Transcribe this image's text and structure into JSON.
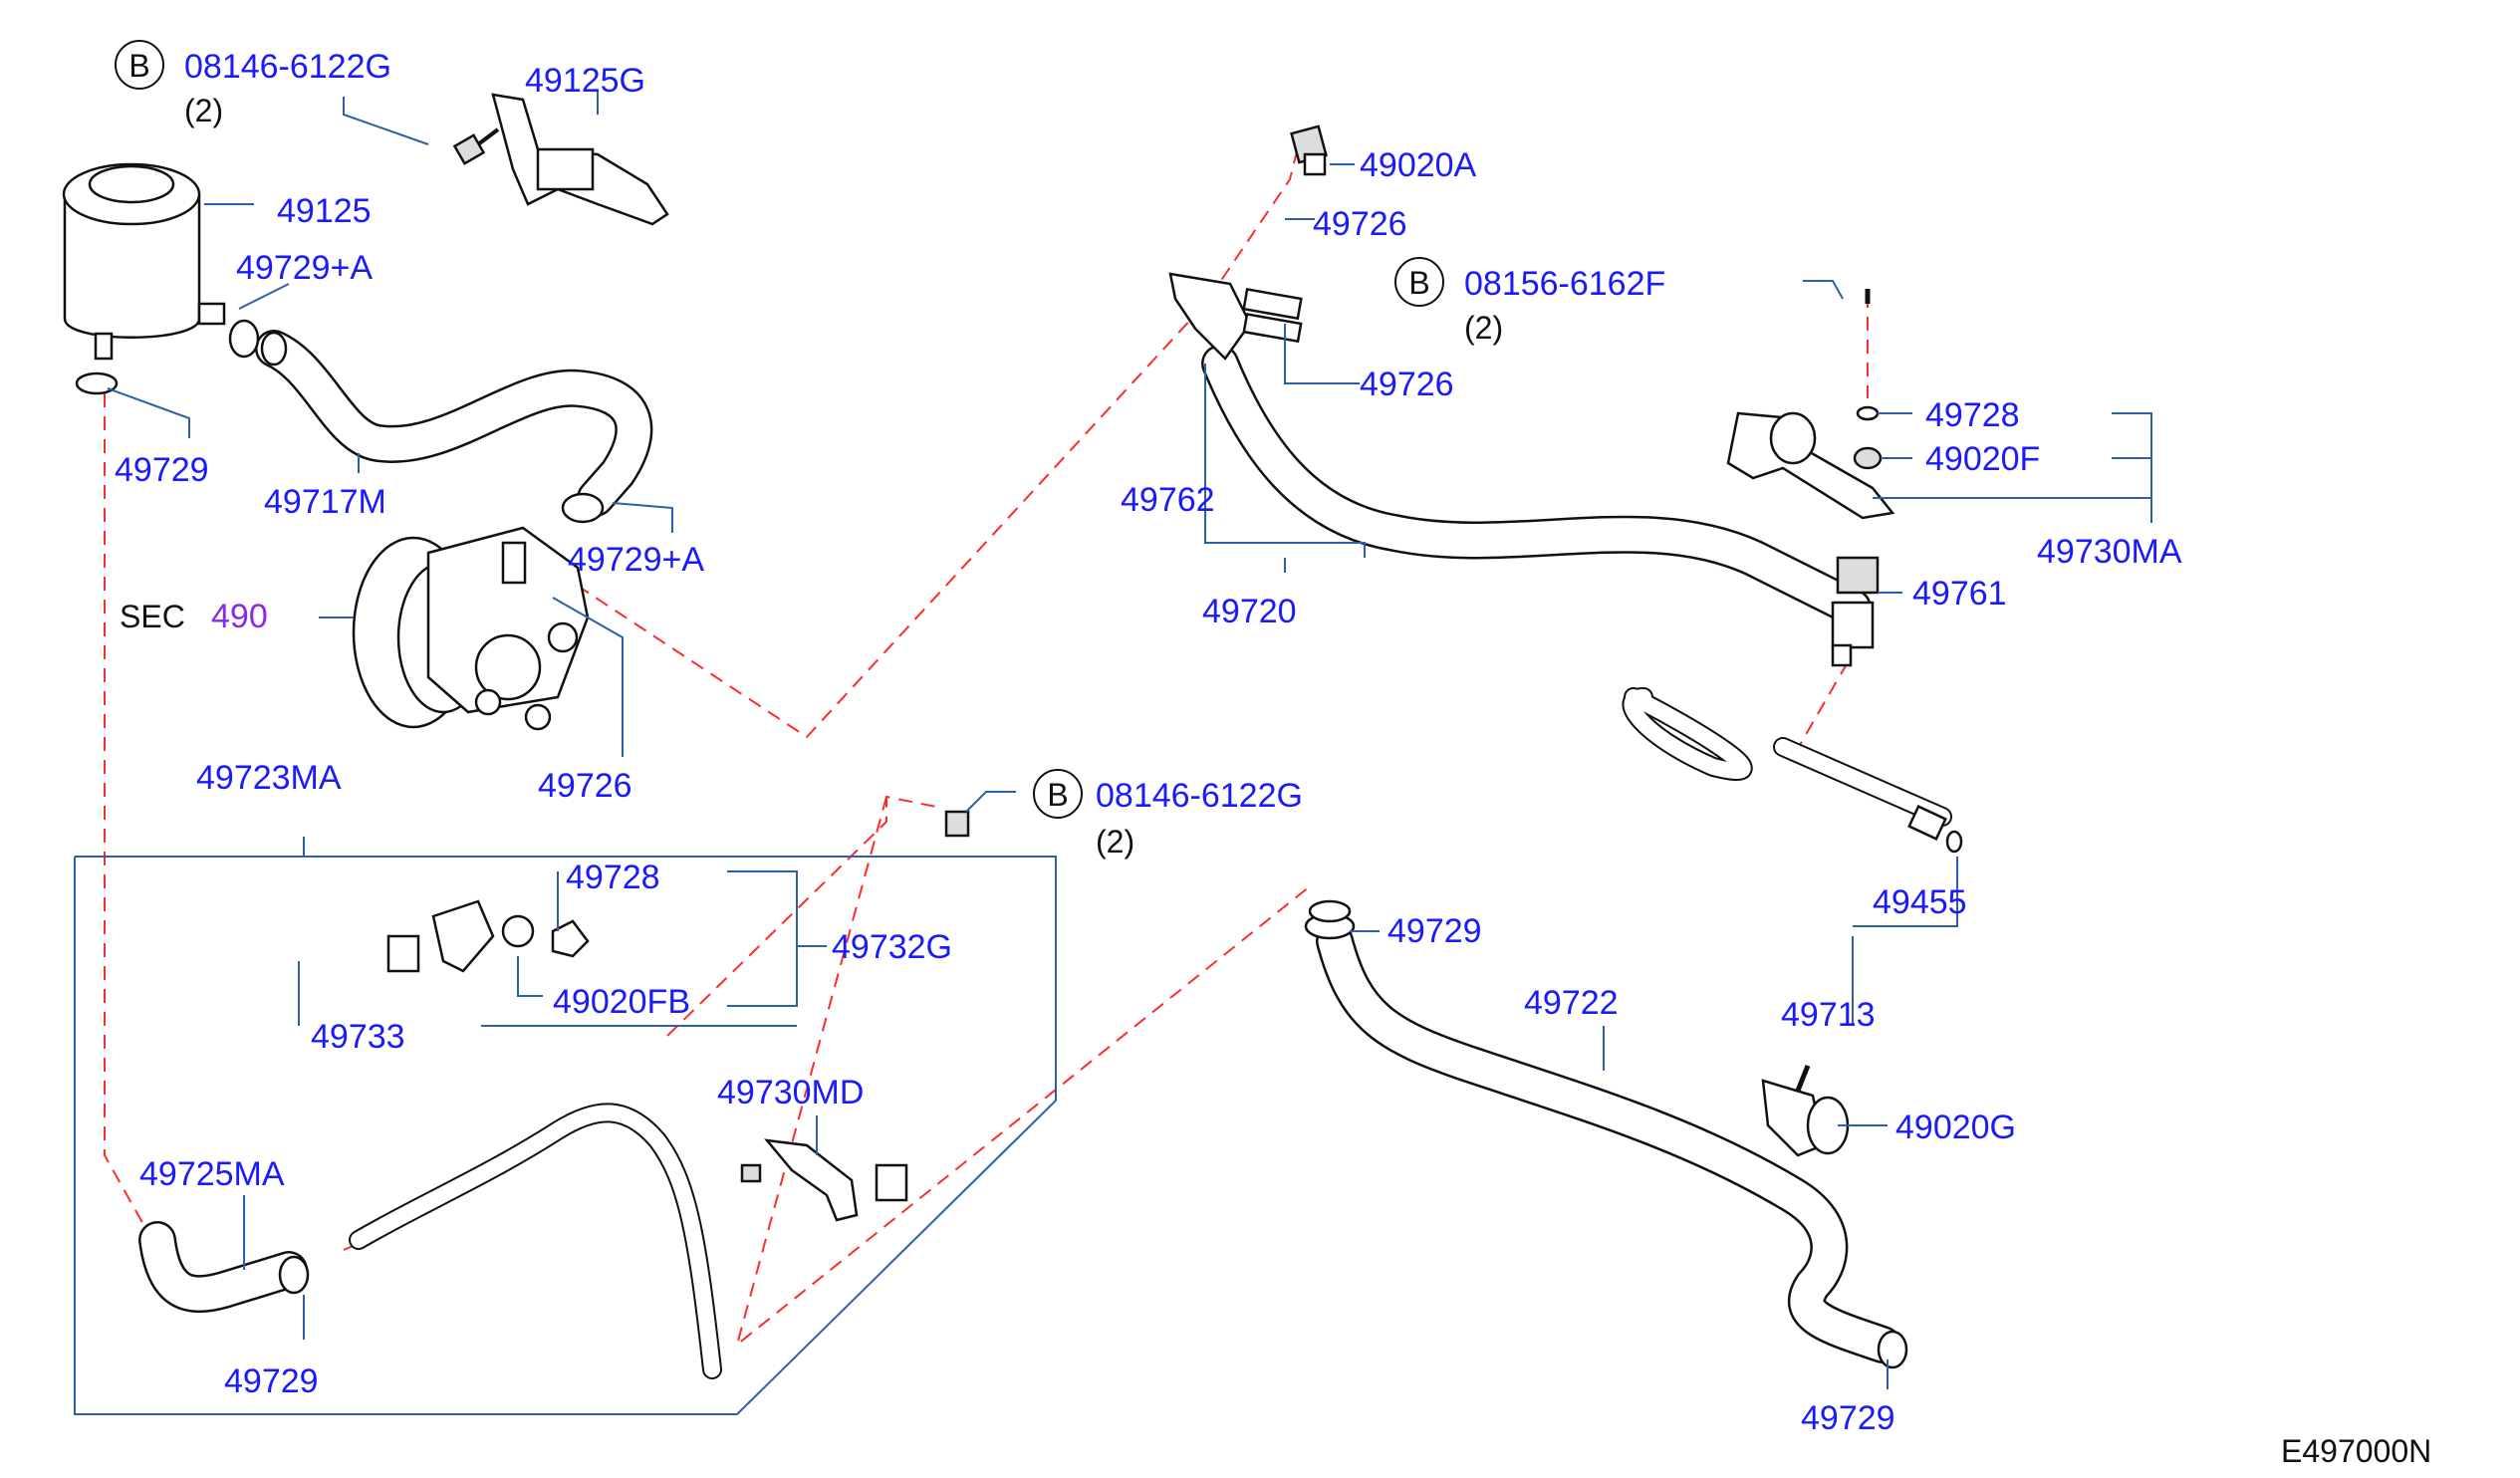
{
  "labels": {
    "b1_code": "08146-6122G",
    "b1_qty": "(2)",
    "p49125g": "49125G",
    "p49125": "49125",
    "p49729a_top": "49729+A",
    "p49729_left": "49729",
    "p49717m": "49717M",
    "p49729a_pump": "49729+A",
    "sec_text": "SEC",
    "sec_num": "490",
    "p49726_pump": "49726",
    "p49723ma": "49723MA",
    "b2_code": "08146-6122G",
    "b2_qty": "(2)",
    "p49728_mid": "49728",
    "p49732g": "49732G",
    "p49733": "49733",
    "p49020fb": "49020FB",
    "p49730md": "49730MD",
    "p49725ma": "49725MA",
    "p49729_bl": "49729",
    "p49020a": "49020A",
    "p49726_a": "49726",
    "p49726_b": "49726",
    "b3_code": "08156-6162F",
    "b3_qty": "(2)",
    "p49762": "49762",
    "p49720": "49720",
    "p49728_r": "49728",
    "p49020f": "49020F",
    "p49730ma": "49730MA",
    "p49761": "49761",
    "p49455": "49455",
    "p49713": "49713",
    "p49729_mid": "49729",
    "p49722": "49722",
    "p49020g": "49020G",
    "p49729_br": "49729",
    "b_symbol": "B",
    "figure_code": "E497000N"
  }
}
